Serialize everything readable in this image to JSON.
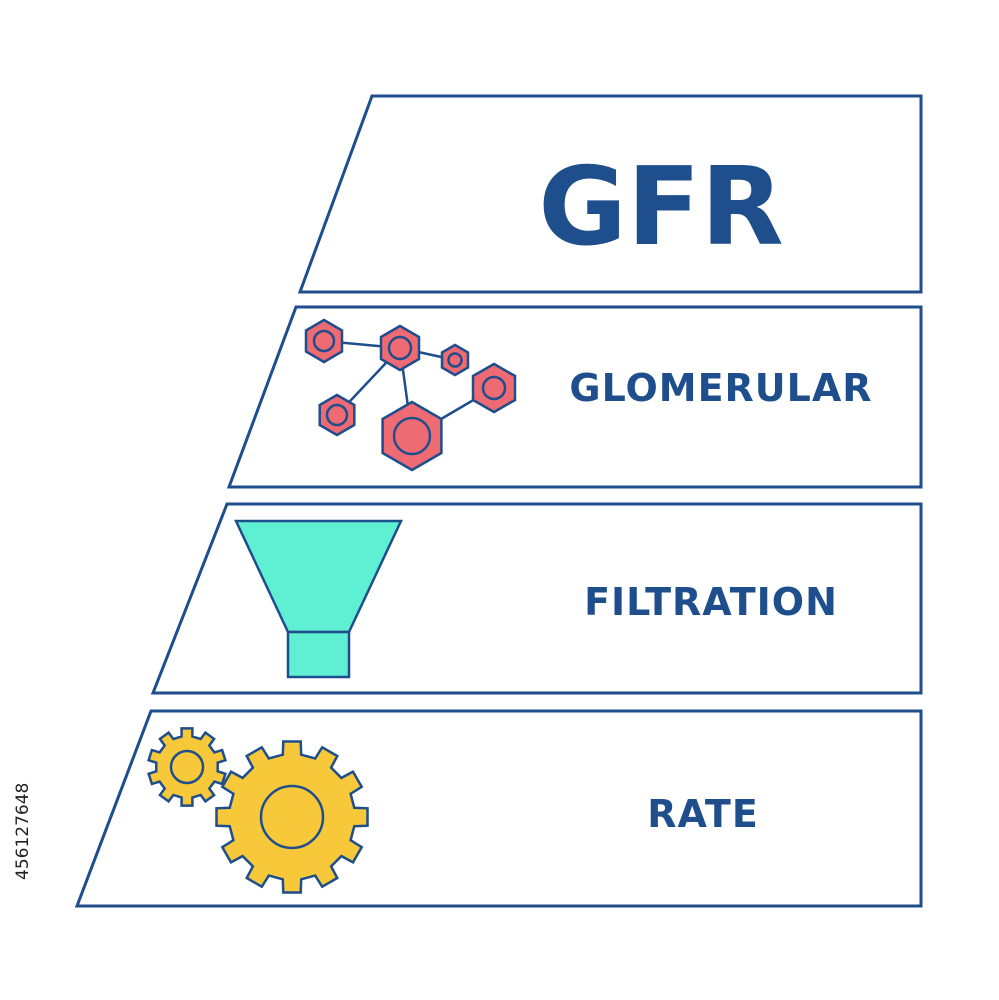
{
  "title": "GFR",
  "rows": [
    {
      "word": "GLOMERULAR",
      "icon": "molecule-icon"
    },
    {
      "word": "FILTRATION",
      "icon": "funnel-icon"
    },
    {
      "word": "RATE",
      "icon": "gears-icon"
    }
  ],
  "stock_id": "456127648",
  "colors": {
    "outline": "#1f4e8c",
    "molecule": "#ef6b74",
    "funnel": "#5ff0d3",
    "gears": "#f7c93a"
  }
}
